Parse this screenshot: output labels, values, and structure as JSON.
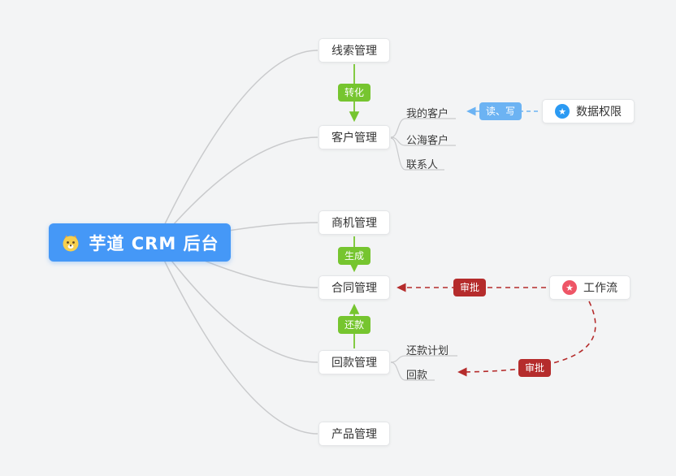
{
  "root": {
    "label": "芋道 CRM 后台"
  },
  "modules": {
    "leads": "线索管理",
    "customer": "客户管理",
    "business": "商机管理",
    "contract": "合同管理",
    "receivable": "回款管理",
    "product": "产品管理"
  },
  "customer_children": {
    "my": "我的客户",
    "public": "公海客户",
    "contact": "联系人"
  },
  "receivable_children": {
    "plan": "还款计划",
    "payment": "回款"
  },
  "side_nodes": {
    "data_permission": "数据权限",
    "workflow": "工作流"
  },
  "edge_labels": {
    "convert": "转化",
    "generate": "生成",
    "repay": "还款",
    "read_write": "读、写",
    "approve_contract": "审批",
    "approve_receivable": "审批"
  },
  "icons": {
    "star": "★"
  },
  "colors": {
    "background": "#f3f4f5",
    "root_bg": "#4598f7",
    "node_border": "#e4e6e8",
    "green": "#76c52f",
    "blue_badge": "#6cb3f3",
    "red_badge": "#b52c2c",
    "connector": "#c9cacc",
    "blue_icon": "#2b9af3",
    "red_icon": "#ee5566",
    "text": "#333333"
  }
}
